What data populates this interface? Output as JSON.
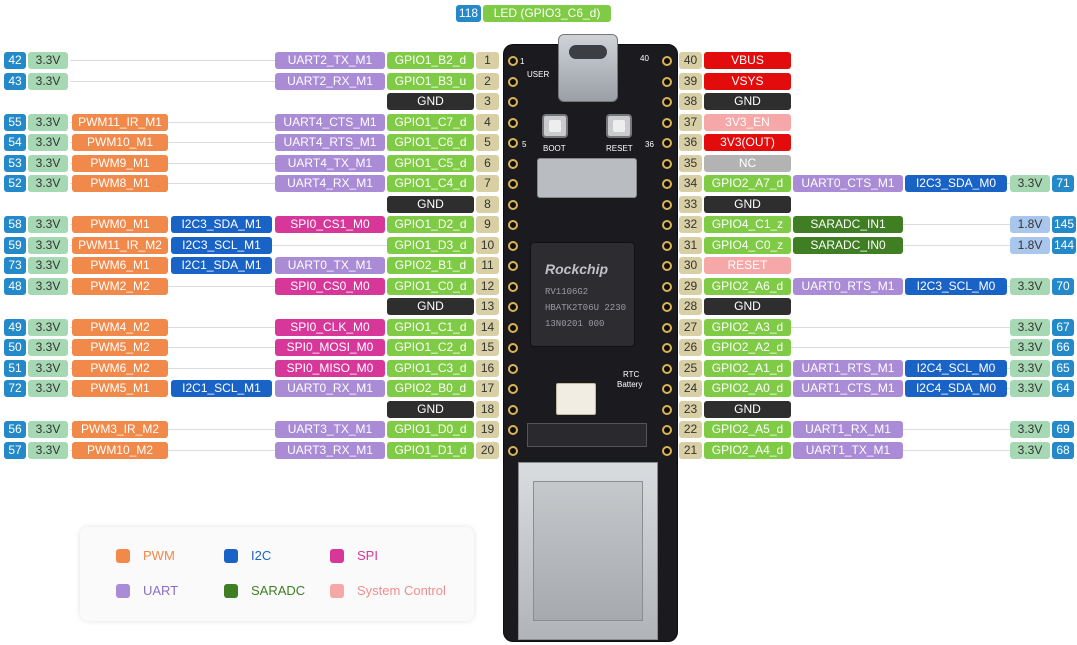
{
  "colors": {
    "pwm": "#f0894a",
    "i2c": "#1a63c6",
    "spi": "#d8379a",
    "uart": "#a98bd6",
    "saradc": "#3f7e23",
    "sysctl": "#f6a7a7",
    "gpio": "#7fcb45",
    "gnd": "#2e2e2e",
    "power": "#e20c0c",
    "nc": "#b3b3b3",
    "v33": "#a6d8b4",
    "v18": "#a9c6ec",
    "numBlue": "#2489c8",
    "pinNum": "#d8cfa4"
  },
  "top_label": {
    "num": "118",
    "name": "LED (GPIO3_C6_d)"
  },
  "board": {
    "usb_label": "USER",
    "boot": "BOOT",
    "reset": "RESET",
    "chip_brand": "Rockchip",
    "chip_lines": [
      "RV1106G2",
      "HBATK2T06U 2230",
      "13N0201 000"
    ],
    "rtc": "RTC",
    "battery": "Battery",
    "silk_1": "1",
    "silk_40": "40",
    "silk_5": "5",
    "silk_36": "36"
  },
  "left_rows": [
    {
      "pin": "1",
      "gpio": "GPIO1_B2_d",
      "uart": "UART2_TX_M1",
      "v": "3.3V",
      "num": "42"
    },
    {
      "pin": "2",
      "gpio": "GPIO1_B3_u",
      "uart": "UART2_RX_M1",
      "v": "3.3V",
      "num": "43"
    },
    {
      "pin": "3",
      "gnd": "GND"
    },
    {
      "pin": "4",
      "gpio": "GPIO1_C7_d",
      "uart": "UART4_CTS_M1",
      "pwm": "PWM11_IR_M1",
      "v": "3.3V",
      "num": "55"
    },
    {
      "pin": "5",
      "gpio": "GPIO1_C6_d",
      "uart": "UART4_RTS_M1",
      "pwm": "PWM10_M1",
      "v": "3.3V",
      "num": "54"
    },
    {
      "pin": "6",
      "gpio": "GPIO1_C5_d",
      "uart": "UART4_TX_M1",
      "pwm": "PWM9_M1",
      "v": "3.3V",
      "num": "53"
    },
    {
      "pin": "7",
      "gpio": "GPIO1_C4_d",
      "uart": "UART4_RX_M1",
      "pwm": "PWM8_M1",
      "v": "3.3V",
      "num": "52"
    },
    {
      "pin": "8",
      "gnd": "GND"
    },
    {
      "pin": "9",
      "gpio": "GPIO1_D2_d",
      "spi": "SPI0_CS1_M0",
      "i2c": "I2C3_SDA_M1",
      "pwm": "PWM0_M1",
      "v": "3.3V",
      "num": "58"
    },
    {
      "pin": "10",
      "gpio": "GPIO1_D3_d",
      "i2c": "I2C3_SCL_M1",
      "pwm": "PWM11_IR_M2",
      "v": "3.3V",
      "num": "59"
    },
    {
      "pin": "11",
      "gpio": "GPIO2_B1_d",
      "uart": "UART0_TX_M1",
      "i2c": "I2C1_SDA_M1",
      "pwm": "PWM6_M1",
      "v": "3.3V",
      "num": "73"
    },
    {
      "pin": "12",
      "gpio": "GPIO1_C0_d",
      "spi": "SPI0_CS0_M0",
      "pwm": "PWM2_M2",
      "v": "3.3V",
      "num": "48"
    },
    {
      "pin": "13",
      "gnd": "GND"
    },
    {
      "pin": "14",
      "gpio": "GPIO1_C1_d",
      "spi": "SPI0_CLK_M0",
      "pwm": "PWM4_M2",
      "v": "3.3V",
      "num": "49"
    },
    {
      "pin": "15",
      "gpio": "GPIO1_C2_d",
      "spi": "SPI0_MOSI_M0",
      "pwm": "PWM5_M2",
      "v": "3.3V",
      "num": "50"
    },
    {
      "pin": "16",
      "gpio": "GPIO1_C3_d",
      "spi": "SPI0_MISO_M0",
      "pwm": "PWM6_M2",
      "v": "3.3V",
      "num": "51"
    },
    {
      "pin": "17",
      "gpio": "GPIO2_B0_d",
      "uart": "UART0_RX_M1",
      "i2c": "I2C1_SCL_M1",
      "pwm": "PWM5_M1",
      "v": "3.3V",
      "num": "72"
    },
    {
      "pin": "18",
      "gnd": "GND"
    },
    {
      "pin": "19",
      "gpio": "GPIO1_D0_d",
      "uart": "UART3_TX_M1",
      "pwm": "PWM3_IR_M2",
      "v": "3.3V",
      "num": "56"
    },
    {
      "pin": "20",
      "gpio": "GPIO1_D1_d",
      "uart": "UART3_RX_M1",
      "pwm": "PWM10_M2",
      "v": "3.3V",
      "num": "57"
    }
  ],
  "right_rows": [
    {
      "pin": "40",
      "power": "VBUS"
    },
    {
      "pin": "39",
      "power": "VSYS"
    },
    {
      "pin": "38",
      "gnd": "GND"
    },
    {
      "pin": "37",
      "sys": "3V3_EN"
    },
    {
      "pin": "36",
      "power": "3V3(OUT)"
    },
    {
      "pin": "35",
      "nc": "NC"
    },
    {
      "pin": "34",
      "gpio": "GPIO2_A7_d",
      "uart": "UART0_CTS_M1",
      "i2c": "I2C3_SDA_M0",
      "v": "3.3V",
      "num": "71"
    },
    {
      "pin": "33",
      "gnd": "GND"
    },
    {
      "pin": "32",
      "gpio": "GPIO4_C1_z",
      "adc": "SARADC_IN1",
      "v18": "1.8V",
      "num": "145"
    },
    {
      "pin": "31",
      "gpio": "GPIO4_C0_z",
      "adc": "SARADC_IN0",
      "v18": "1.8V",
      "num": "144"
    },
    {
      "pin": "30",
      "sys": "RESET"
    },
    {
      "pin": "29",
      "gpio": "GPIO2_A6_d",
      "uart": "UART0_RTS_M1",
      "i2c": "I2C3_SCL_M0",
      "v": "3.3V",
      "num": "70"
    },
    {
      "pin": "28",
      "gnd": "GND"
    },
    {
      "pin": "27",
      "gpio": "GPIO2_A3_d",
      "v": "3.3V",
      "num": "67"
    },
    {
      "pin": "26",
      "gpio": "GPIO2_A2_d",
      "v": "3.3V",
      "num": "66"
    },
    {
      "pin": "25",
      "gpio": "GPIO2_A1_d",
      "uart": "UART1_RTS_M1",
      "i2c": "I2C4_SCL_M0",
      "v": "3.3V",
      "num": "65"
    },
    {
      "pin": "24",
      "gpio": "GPIO2_A0_d",
      "uart": "UART1_CTS_M1",
      "i2c": "I2C4_SDA_M0",
      "v": "3.3V",
      "num": "64"
    },
    {
      "pin": "23",
      "gnd": "GND"
    },
    {
      "pin": "22",
      "gpio": "GPIO2_A5_d",
      "uart": "UART1_RX_M1",
      "v": "3.3V",
      "num": "69"
    },
    {
      "pin": "21",
      "gpio": "GPIO2_A4_d",
      "uart": "UART1_TX_M1",
      "v": "3.3V",
      "num": "68"
    }
  ],
  "legend": [
    {
      "label": "PWM",
      "color": "#f0894a",
      "text_color": "#f0894a"
    },
    {
      "label": "I2C",
      "color": "#1a63c6",
      "text_color": "#1a63c6"
    },
    {
      "label": "SPI",
      "color": "#d8379a",
      "text_color": "#d8379a"
    },
    {
      "label": "UART",
      "color": "#a98bd6",
      "text_color": "#8a6fc0"
    },
    {
      "label": "SARADC",
      "color": "#3f7e23",
      "text_color": "#3f7e23"
    },
    {
      "label": "System Control",
      "color": "#f6a7a7",
      "text_color": "#ee8f8f"
    }
  ]
}
